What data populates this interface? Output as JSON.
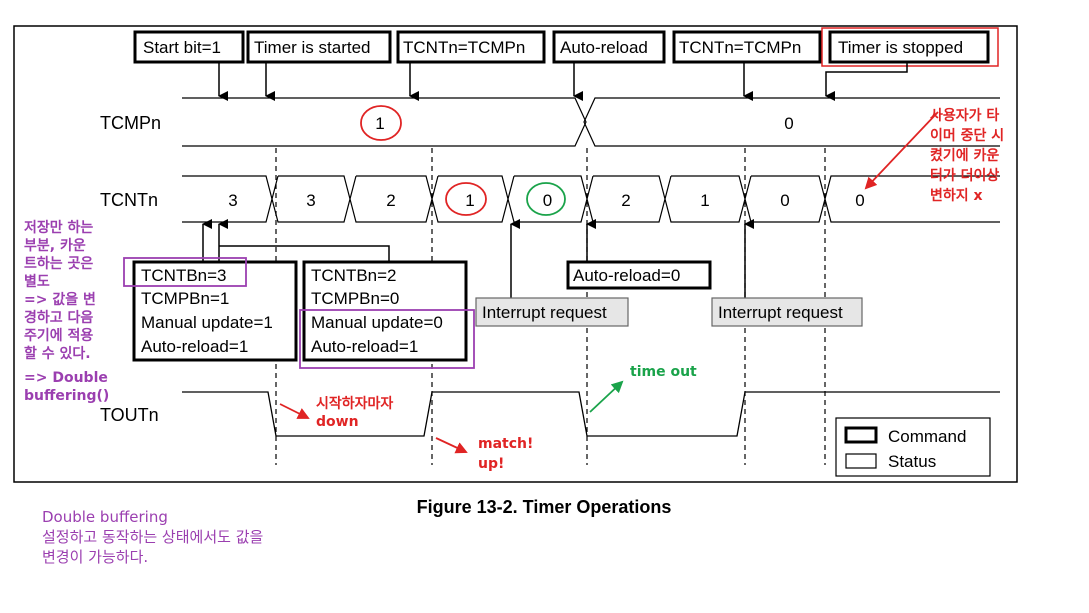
{
  "caption": "Figure 13-2. Timer Operations",
  "commands": {
    "start_bit": "Start bit=1",
    "timer_started": "Timer is started",
    "tcnt_eq_tcmp_1": "TCNTn=TCMPn",
    "auto_reload": "Auto-reload",
    "tcnt_eq_tcmp_2": "TCNTn=TCMPn",
    "timer_stopped": "Timer is stopped"
  },
  "signals": {
    "tcmp": "TCMPn",
    "tcnt": "TCNTn",
    "tout": "TOUTn"
  },
  "tcmp_values": [
    "1",
    "0"
  ],
  "tcnt_values": [
    "3",
    "3",
    "2",
    "1",
    "0",
    "2",
    "1",
    "0",
    "0"
  ],
  "status_box_1": [
    "TCNTBn=3",
    "TCMPBn=1",
    "Manual update=1",
    "Auto-reload=1"
  ],
  "status_box_2": [
    "TCNTBn=2",
    "TCMPBn=0",
    "Manual update=0",
    "Auto-reload=1"
  ],
  "auto_reload_zero": "Auto-reload=0",
  "interrupt_1": "Interrupt request",
  "interrupt_2": "Interrupt request",
  "legend": {
    "command": "Command",
    "status": "Status"
  },
  "annotations": {
    "right_note": [
      "사용자가 타",
      "이머 중단 시",
      "켰기에 카운",
      "터가 더이상",
      "변하지 x"
    ],
    "left_note": [
      "저장만 하는",
      "부분, 카운",
      "트하는 곳은",
      "별도",
      "=> 값을 변",
      "경하고 다음",
      "주기에 적용",
      "할 수 있다.",
      "=> Double",
      "buffering()"
    ],
    "start_down": [
      "시작하자마자",
      "down"
    ],
    "match_up": [
      "match!",
      "up!"
    ],
    "time_out": "time out",
    "bottom_title": "Double buffering",
    "bottom_body": [
      "설정하고 동작하는 상태에서도 값을",
      "변경이 가능하다."
    ]
  },
  "colors": {
    "annotation_red": "#e02424",
    "annotation_purple": "#9b3fb0",
    "annotation_green": "#1aa34a",
    "command_border": "#000000"
  }
}
